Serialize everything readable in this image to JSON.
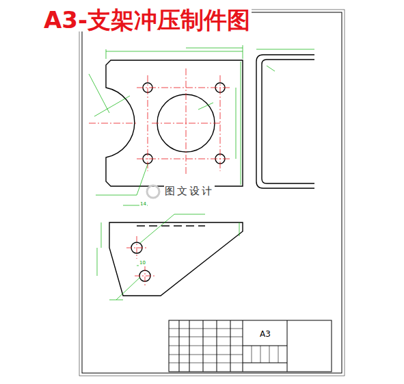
{
  "diagram": {
    "title": "A3-支架冲压制件图",
    "labels": [
      "图文设计",
      "A3",
      "14",
      "10"
    ]
  }
}
